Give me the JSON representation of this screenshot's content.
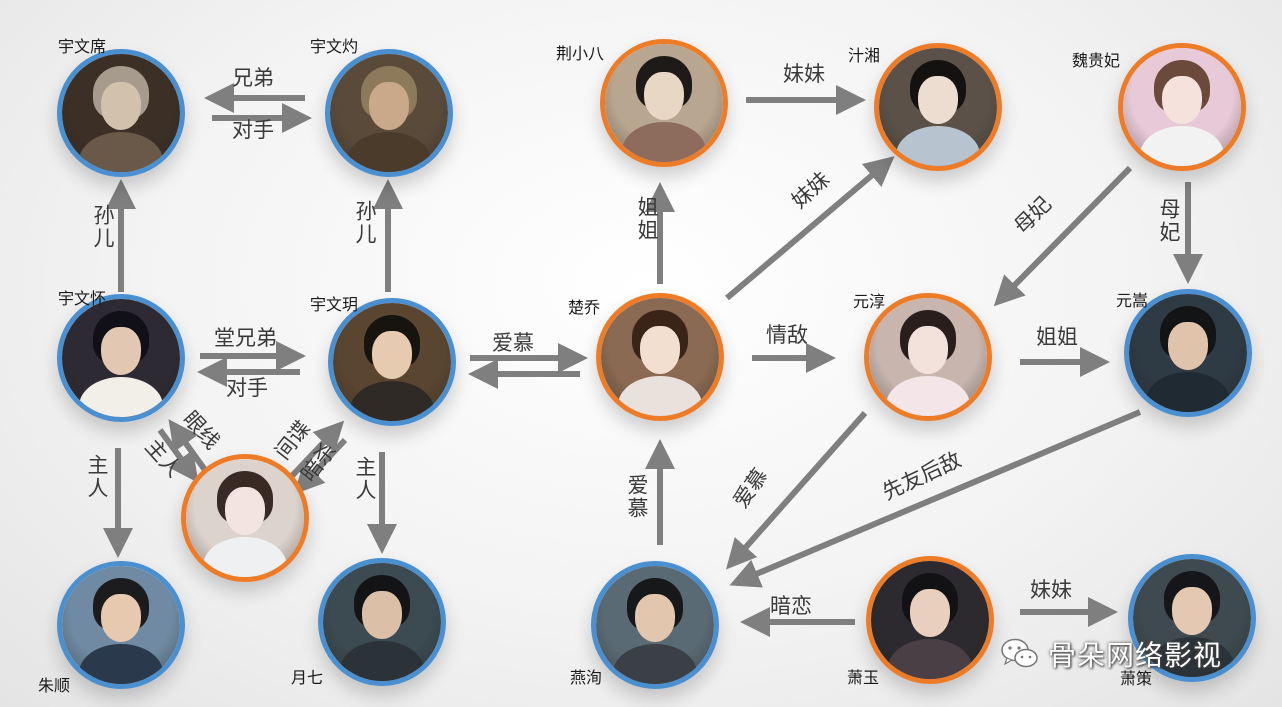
{
  "colors": {
    "blue": "#4a8fd0",
    "orange": "#ee7b26",
    "arrow": "#7f7f7f"
  },
  "watermark": {
    "icon": "wechat-icon",
    "text": "骨朵网络影视"
  },
  "characters": [
    {
      "id": "yuwenxi",
      "name": "宇文席",
      "ring": "blue",
      "palette": [
        "#3c3026",
        "#d2c2ad",
        "#a79b8d",
        "#6a5848"
      ]
    },
    {
      "id": "yuwenzhuo",
      "name": "宇文灼",
      "ring": "blue",
      "palette": [
        "#5a4a3a",
        "#c9a98a",
        "#8c7a5a",
        "#4a3b2a"
      ]
    },
    {
      "id": "jingxiaoba",
      "name": "荆小八",
      "ring": "orange",
      "palette": [
        "#b9a690",
        "#e9d7c6",
        "#1e1a18",
        "#8d6c5e"
      ]
    },
    {
      "id": "zhixiang",
      "name": "汁湘",
      "ring": "orange",
      "palette": [
        "#5b5148",
        "#ecddd0",
        "#141210",
        "#b7c4cf"
      ]
    },
    {
      "id": "weiguifei",
      "name": "魏贵妃",
      "ring": "orange",
      "palette": [
        "#e8c9d7",
        "#f5e2dc",
        "#6b4a3c",
        "#f2f2f2"
      ]
    },
    {
      "id": "yuwenhuai",
      "name": "宇文怀",
      "ring": "blue",
      "palette": [
        "#2e2a33",
        "#e2c8b2",
        "#111016",
        "#f2efe9"
      ]
    },
    {
      "id": "yuwenyue",
      "name": "宇文玥",
      "ring": "blue",
      "palette": [
        "#5a4630",
        "#e6cbb0",
        "#17130f",
        "#2f2a25"
      ]
    },
    {
      "id": "chuqiao",
      "name": "楚乔",
      "ring": "orange",
      "palette": [
        "#8a6a52",
        "#f2dfd0",
        "#3a2418",
        "#e9e2dc"
      ]
    },
    {
      "id": "yuanchun",
      "name": "元淳",
      "ring": "orange",
      "palette": [
        "#c7b5ae",
        "#f3e2dc",
        "#2a1e1c",
        "#f4e6e8"
      ]
    },
    {
      "id": "yuansong",
      "name": "元嵩",
      "ring": "blue",
      "palette": [
        "#2e3a44",
        "#e0c3ab",
        "#131416",
        "#1f2a33"
      ]
    },
    {
      "id": "spy",
      "name": "",
      "ring": "orange",
      "palette": [
        "#ddd3cd",
        "#f3e4df",
        "#3a2a24",
        "#eef0f2"
      ]
    },
    {
      "id": "zhushun",
      "name": "朱顺",
      "ring": "blue",
      "palette": [
        "#6f8aa2",
        "#e7c9b0",
        "#1c1c1e",
        "#2a3a4c"
      ]
    },
    {
      "id": "yueqi",
      "name": "月七",
      "ring": "blue",
      "palette": [
        "#3c4a52",
        "#dcbfa7",
        "#141416",
        "#2b3238"
      ]
    },
    {
      "id": "yanxun",
      "name": "燕洵",
      "ring": "blue",
      "palette": [
        "#5a6a74",
        "#e2c6ae",
        "#17181a",
        "#3a4046"
      ]
    },
    {
      "id": "xiaoyu",
      "name": "萧玉",
      "ring": "orange",
      "palette": [
        "#2c2a2e",
        "#e9cfbd",
        "#121214",
        "#4a3f44"
      ]
    },
    {
      "id": "xiaoce",
      "name": "萧策",
      "ring": "blue",
      "palette": [
        "#3e4a50",
        "#e4c8b1",
        "#15161a",
        "#2c3338"
      ]
    }
  ],
  "relations": [
    {
      "id": "xi-zhuo-brother",
      "label": "兄弟",
      "vertical": false
    },
    {
      "id": "xi-zhuo-rival",
      "label": "对手",
      "vertical": false
    },
    {
      "id": "huai-xi-grandson",
      "label": "孙儿",
      "vertical": true
    },
    {
      "id": "yue-zhuo-grandson",
      "label": "孙儿",
      "vertical": true
    },
    {
      "id": "huai-yue-cousin",
      "label": "堂兄弟",
      "vertical": false
    },
    {
      "id": "huai-yue-rival",
      "label": "对手",
      "vertical": false
    },
    {
      "id": "spy-huai-eyes",
      "label": "眼线",
      "vertical": false
    },
    {
      "id": "huai-spy-master",
      "label": "主人",
      "vertical": false
    },
    {
      "id": "spy-yue-spy",
      "label": "间谍",
      "vertical": false
    },
    {
      "id": "yue-spy-kill",
      "label": "暗杀",
      "vertical": false
    },
    {
      "id": "huai-zhushun-master",
      "label": "主人",
      "vertical": true
    },
    {
      "id": "yue-yueqi-master",
      "label": "主人",
      "vertical": true
    },
    {
      "id": "yue-chuqiao-love",
      "label": "爱慕",
      "vertical": false
    },
    {
      "id": "jing-zhi-sister",
      "label": "妹妹",
      "vertical": false
    },
    {
      "id": "chuqiao-jing-sister",
      "label": "姐姐",
      "vertical": true
    },
    {
      "id": "chuqiao-zhi-sister",
      "label": "妹妹",
      "vertical": false
    },
    {
      "id": "wei-yuanchun-mother",
      "label": "母妃",
      "vertical": false
    },
    {
      "id": "wei-yuansong-mother",
      "label": "母妃",
      "vertical": true
    },
    {
      "id": "chuqiao-yuanchun-rival",
      "label": "情敌",
      "vertical": false
    },
    {
      "id": "yuanchun-yuansong-sister",
      "label": "姐姐",
      "vertical": false
    },
    {
      "id": "yuanchun-yanxun-love",
      "label": "爱慕",
      "vertical": false
    },
    {
      "id": "yuansong-yanxun-enemy",
      "label": "先友后敌",
      "vertical": false
    },
    {
      "id": "yanxun-chuqiao-love",
      "label": "爱慕",
      "vertical": true
    },
    {
      "id": "xiaoyu-yanxun-crush",
      "label": "暗恋",
      "vertical": false
    },
    {
      "id": "xiaoyu-xiaoce-sister",
      "label": "妹妹",
      "vertical": false
    }
  ]
}
